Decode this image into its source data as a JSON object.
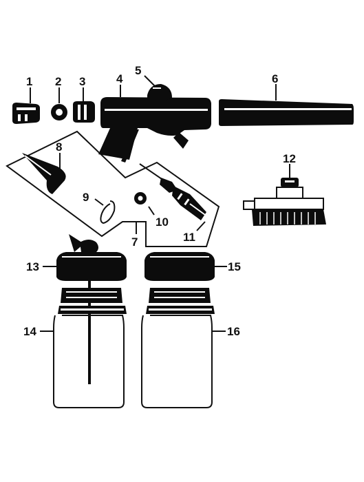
{
  "diagram": {
    "ink_color": "#0c0c0c",
    "paper_color": "#ffffff",
    "callouts": [
      {
        "id": "c1",
        "label": "1"
      },
      {
        "id": "c2",
        "label": "2"
      },
      {
        "id": "c3",
        "label": "3"
      },
      {
        "id": "c4",
        "label": "4"
      },
      {
        "id": "c5",
        "label": "5"
      },
      {
        "id": "c6",
        "label": "6"
      },
      {
        "id": "c7",
        "label": "7"
      },
      {
        "id": "c8",
        "label": "8"
      },
      {
        "id": "c9",
        "label": "9"
      },
      {
        "id": "c10",
        "label": "10"
      },
      {
        "id": "c11",
        "label": "11"
      },
      {
        "id": "c12",
        "label": "12"
      },
      {
        "id": "c13",
        "label": "13"
      },
      {
        "id": "c14",
        "label": "14"
      },
      {
        "id": "c15",
        "label": "15"
      },
      {
        "id": "c16",
        "label": "16"
      }
    ]
  }
}
